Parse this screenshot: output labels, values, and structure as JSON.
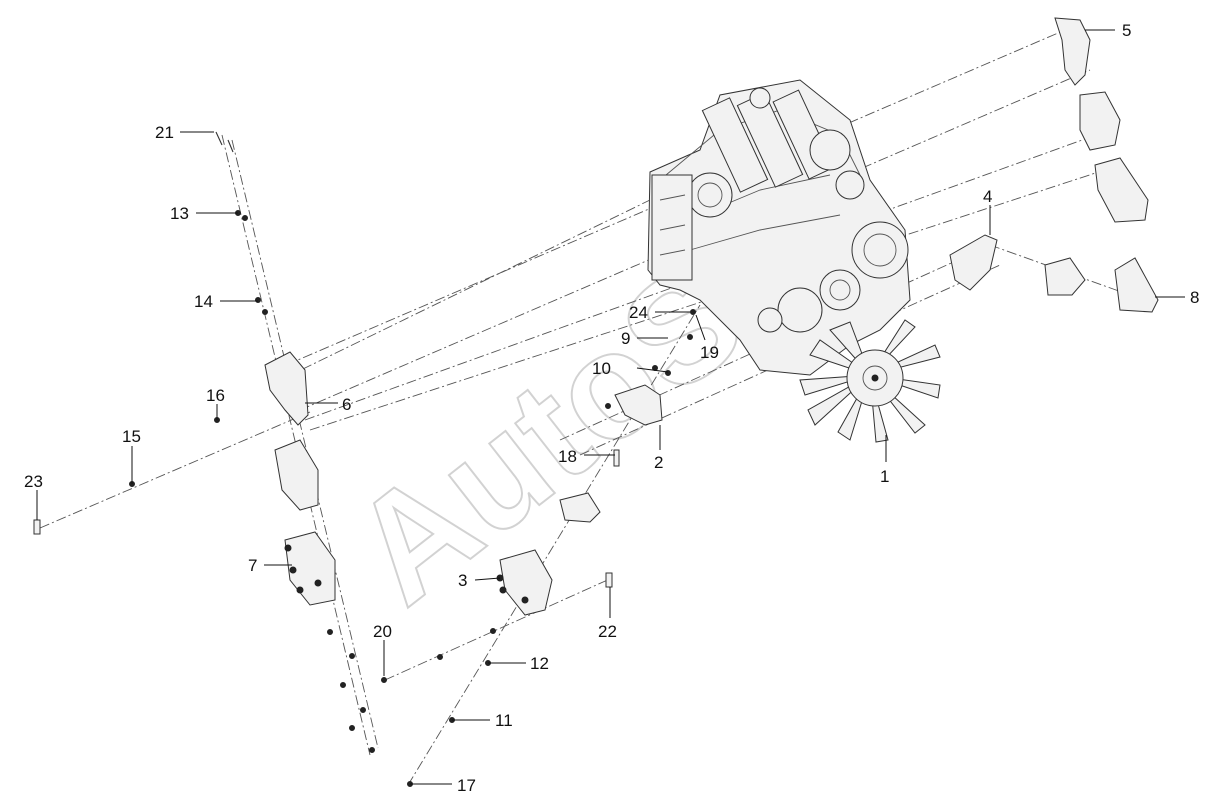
{
  "watermark": "AutoSo",
  "callouts": [
    {
      "id": "c1",
      "label": "1"
    },
    {
      "id": "c2",
      "label": "2"
    },
    {
      "id": "c3",
      "label": "3"
    },
    {
      "id": "c4",
      "label": "4"
    },
    {
      "id": "c5",
      "label": "5"
    },
    {
      "id": "c6",
      "label": "6"
    },
    {
      "id": "c7",
      "label": "7"
    },
    {
      "id": "c8",
      "label": "8"
    },
    {
      "id": "c9",
      "label": "9"
    },
    {
      "id": "c10",
      "label": "10"
    },
    {
      "id": "c11",
      "label": "11"
    },
    {
      "id": "c12",
      "label": "12"
    },
    {
      "id": "c13",
      "label": "13"
    },
    {
      "id": "c14",
      "label": "14"
    },
    {
      "id": "c15",
      "label": "15"
    },
    {
      "id": "c16",
      "label": "16"
    },
    {
      "id": "c17",
      "label": "17"
    },
    {
      "id": "c18",
      "label": "18"
    },
    {
      "id": "c19",
      "label": "19"
    },
    {
      "id": "c20",
      "label": "20"
    },
    {
      "id": "c21",
      "label": "21"
    },
    {
      "id": "c22",
      "label": "22"
    },
    {
      "id": "c23",
      "label": "23"
    },
    {
      "id": "c24",
      "label": "24"
    }
  ]
}
